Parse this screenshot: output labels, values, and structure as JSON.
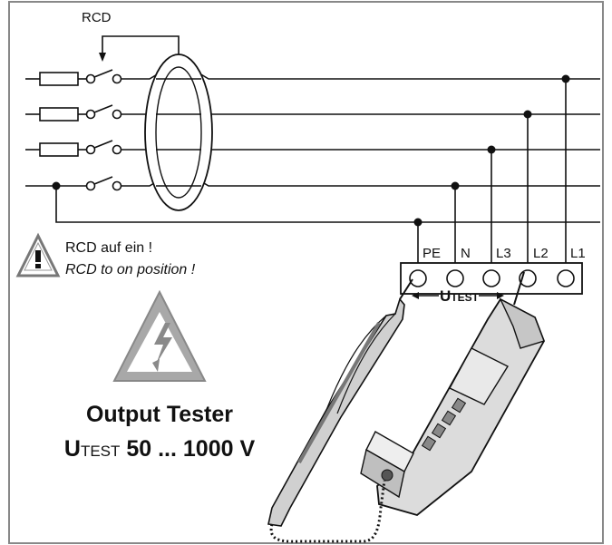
{
  "diagram": {
    "rcd_label": "RCD",
    "terminals": [
      "PE",
      "N",
      "L3",
      "L2",
      "L1"
    ],
    "utest_prefix": "U",
    "utest_suffix": "TEST",
    "warning_de": "RCD auf ein !",
    "warning_en": "RCD to on position !",
    "warning_icon": "exclamation-triangle-icon",
    "hazard_icon": "lightning-triangle-icon",
    "title": "Output Tester",
    "range_prefix": "U",
    "range_subscript": "TEST",
    "range_value": "50 ... 1000 V"
  }
}
